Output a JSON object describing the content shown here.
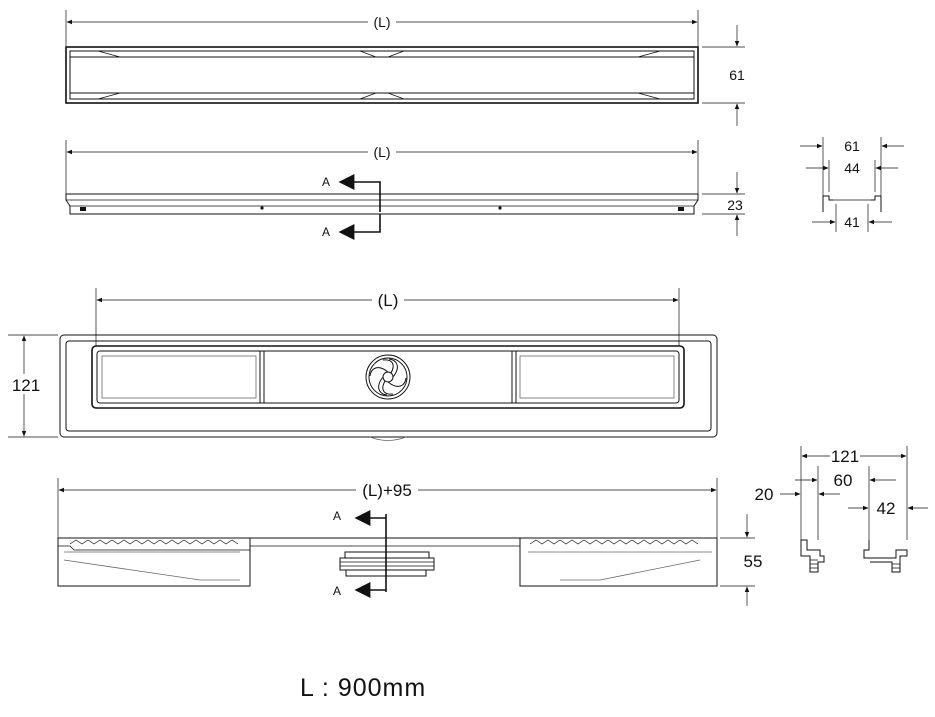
{
  "diagram": {
    "top_view": {
      "length_label": "(L)",
      "width_label": "61"
    },
    "side_view": {
      "length_label": "(L)",
      "height_label": "23",
      "section_marker": "A"
    },
    "cross_section_small": {
      "outer_width": "61",
      "inner_width": "44",
      "bottom_width": "41"
    },
    "plan_view": {
      "length_label": "(L)",
      "width_label": "121"
    },
    "section_view": {
      "length_label": "(L)+95",
      "height_label": "55",
      "section_marker": "A"
    },
    "cross_section_large": {
      "outer_width": "121",
      "offset_left": "20",
      "inner_width": "60",
      "right_width": "42"
    }
  },
  "caption": "L : 900mm"
}
